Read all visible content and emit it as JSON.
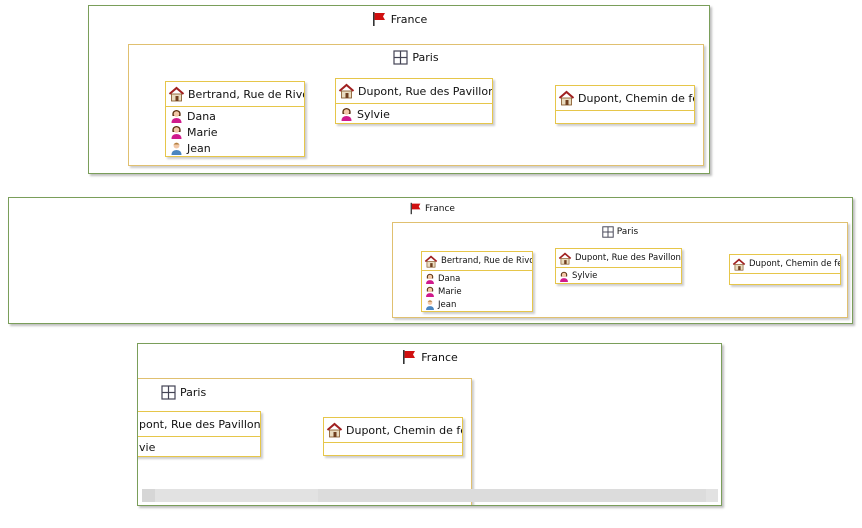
{
  "colors": {
    "country_border": "#7a9e5a",
    "city_border": "#e0c070",
    "house_border": "#e6c64a",
    "flag": "#d01010"
  },
  "country": {
    "name": "France",
    "icon": "flag-icon"
  },
  "city": {
    "name": "Paris",
    "icon": "grid-icon"
  },
  "houses": [
    {
      "name": "Bertrand, Rue de Rivoli",
      "icon": "house-icon",
      "persons": [
        {
          "name": "Dana",
          "icon": "woman-icon"
        },
        {
          "name": "Marie",
          "icon": "woman-icon"
        },
        {
          "name": "Jean",
          "icon": "man-icon"
        }
      ]
    },
    {
      "name": "Dupont, Rue des Pavillons",
      "icon": "house-icon",
      "persons": [
        {
          "name": "Sylvie",
          "icon": "woman-icon"
        }
      ]
    },
    {
      "name": "Dupont, Chemin de fer",
      "icon": "house-icon",
      "persons": []
    }
  ],
  "clipped": {
    "house_name": "pont, Rue des Pavillons",
    "person_name": "vie"
  }
}
